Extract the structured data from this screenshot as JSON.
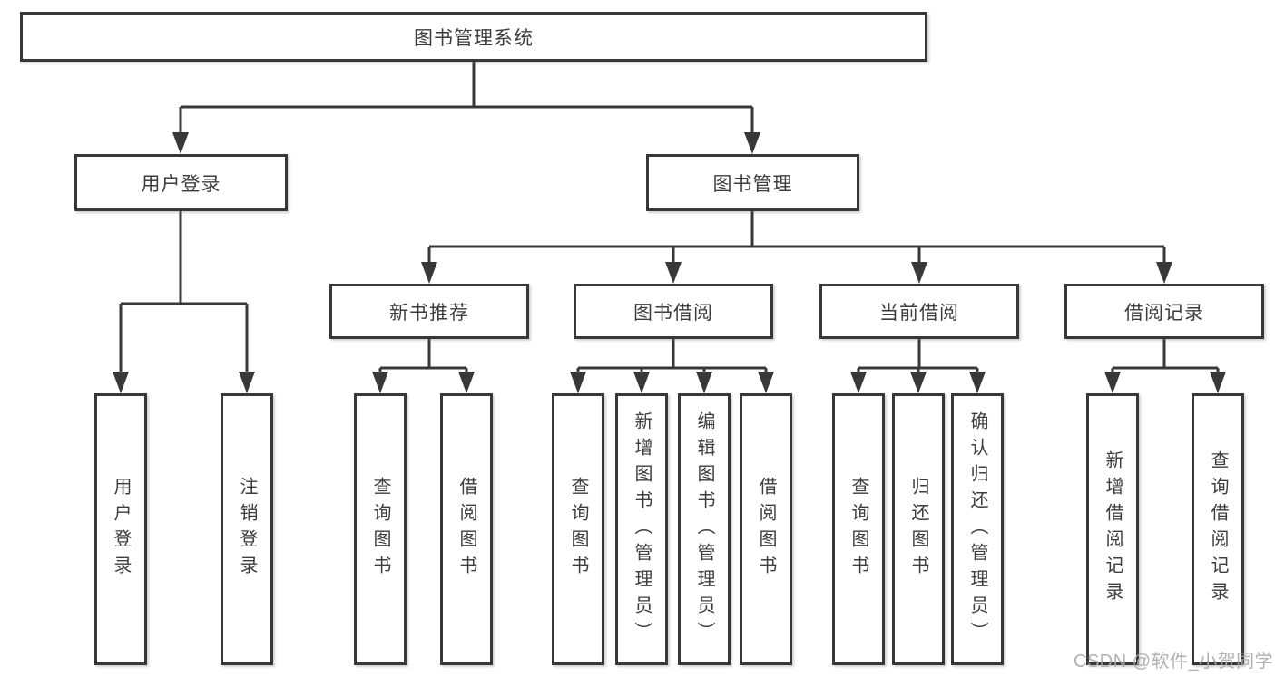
{
  "colors": {
    "line": "#383838",
    "text": "#3d3d3d",
    "background": "#ffffff",
    "watermark": "#ababab"
  },
  "tree": {
    "root": {
      "label": "图书管理系统"
    },
    "branches": [
      {
        "label": "用户登录",
        "children": [
          {
            "label": "用户登录"
          },
          {
            "label": "注销登录"
          }
        ]
      },
      {
        "label": "图书管理",
        "children": [
          {
            "label": "新书推荐",
            "children": [
              {
                "label": "查询图书"
              },
              {
                "label": "借阅图书"
              }
            ]
          },
          {
            "label": "图书借阅",
            "children": [
              {
                "label": "查询图书"
              },
              {
                "label": "新增图书（管理员）"
              },
              {
                "label": "编辑图书（管理员）"
              },
              {
                "label": "借阅图书"
              }
            ]
          },
          {
            "label": "当前借阅",
            "children": [
              {
                "label": "查询图书"
              },
              {
                "label": "归还图书"
              },
              {
                "label": "确认归还（管理员）"
              }
            ]
          },
          {
            "label": "借阅记录",
            "children": [
              {
                "label": "新增借阅记录"
              },
              {
                "label": "查询借阅记录"
              }
            ]
          }
        ]
      }
    ]
  },
  "watermark": {
    "text": "CSDN @软件_小贺同学"
  }
}
